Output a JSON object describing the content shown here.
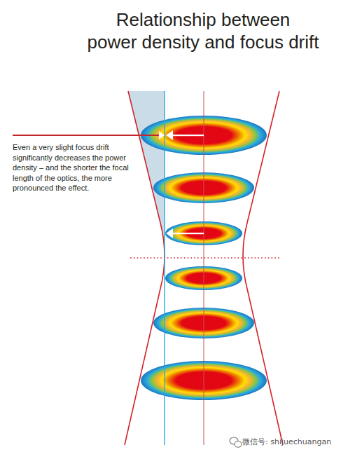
{
  "diagram": {
    "title": "Relationship between power density and focus drift",
    "labels": [
      "Even a very slight focus drift significantly decreases the power density – and the shorter the focal length of the optics, the more pronounced the effect.",
      "微信号: shijuechuangan"
    ]
  }
}
